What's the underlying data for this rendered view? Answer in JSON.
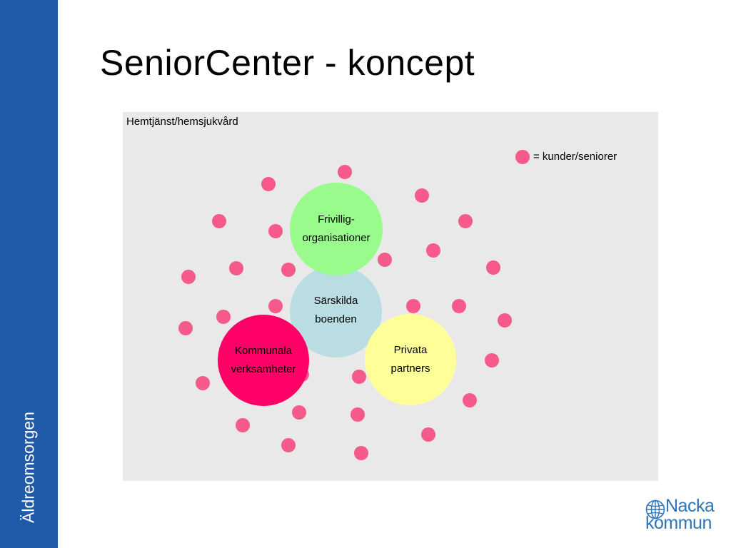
{
  "sidebar": {
    "label": "Äldreomsorgen",
    "color": "#1f5ba8"
  },
  "title": "SeniorCenter - koncept",
  "diagram": {
    "panel_label": "Hemtjänst/hemsjukvård",
    "legend": {
      "symbol": "pink-dot",
      "text": "= kunder/seniorer"
    },
    "dot_color": "#f55a8a",
    "organizations": [
      {
        "id": "sarskilda",
        "lines": [
          "Särskilda",
          "boenden"
        ],
        "color": "#b9dde2"
      },
      {
        "id": "frivillig",
        "lines": [
          "Frivillig-",
          "organisationer"
        ],
        "color": "#99fb8b"
      },
      {
        "id": "kommunala",
        "lines": [
          "Kommunala",
          "verksamheter"
        ],
        "color": "#ff0066"
      },
      {
        "id": "privata",
        "lines": [
          "Privata",
          "partners"
        ],
        "color": "#ffff99"
      }
    ]
  },
  "logo": {
    "line1": "Nacka",
    "line2": "kommun",
    "icon": "globe-icon",
    "color": "#2d74b8"
  }
}
